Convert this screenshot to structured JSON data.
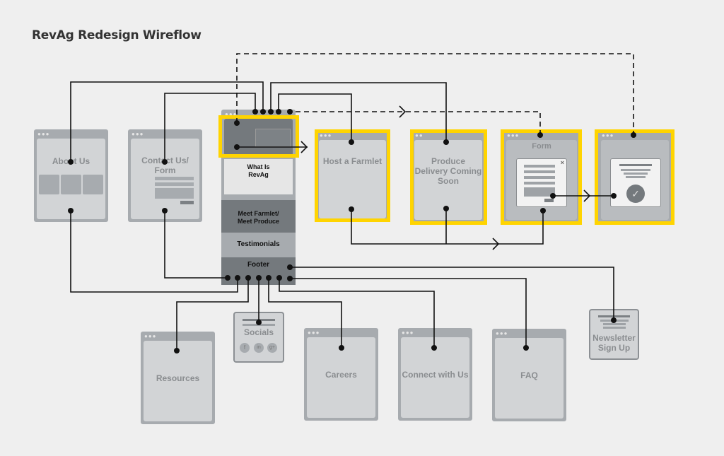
{
  "title": "RevAg Redesign Wireflow",
  "colors": {
    "highlight": "#ffd400",
    "wire": "#111111",
    "window": "#a7abaf",
    "page": "#d2d4d6"
  },
  "home": {
    "sections": [
      "What Is RevAg",
      "Meet Farmlet/ Meet Produce",
      "Testimonials",
      "Footer"
    ],
    "what_is": "What Is RevAg",
    "meet": "Meet Farmlet/ Meet Produce",
    "testimonials": "Testimonials",
    "footer": "Footer"
  },
  "pages": {
    "about": "About Us",
    "contact": "Contact Us/ Form",
    "host": "Host a Farmlet",
    "produce": "Produce Delivery Coming Soon",
    "form": "Form",
    "resources": "Resources",
    "socials": "Socials",
    "careers": "Careers",
    "connect": "Connect with Us",
    "faq": "FAQ",
    "newsletter": "Newsletter Sign Up"
  },
  "social_icons": [
    "f",
    "in",
    "g+"
  ],
  "highlighted": [
    "hero",
    "host",
    "produce",
    "form",
    "confirmation"
  ]
}
